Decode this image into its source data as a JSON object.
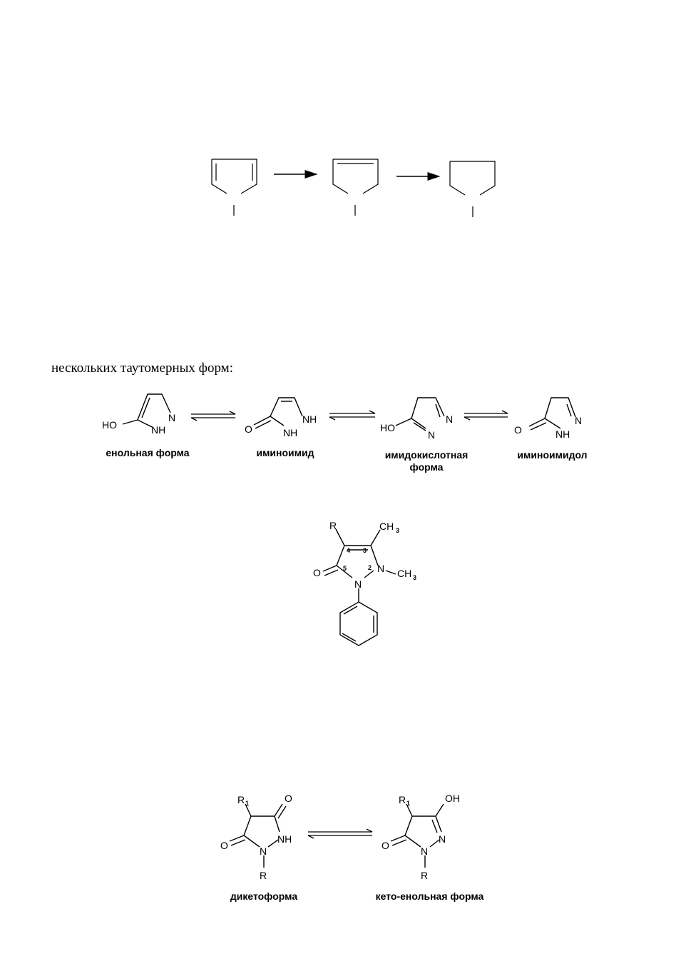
{
  "intro_text": "нескольких таутомерных форм:",
  "tautomers_row1": {
    "labels": [
      "енольная форма",
      "иминоимид",
      "имидокислотная форма",
      "иминоимидол"
    ],
    "atoms": {
      "ho": "HO",
      "o": "O",
      "n": "N",
      "nh": "NH"
    }
  },
  "antipyrine": {
    "atoms": {
      "r": "R",
      "ch3": "CH",
      "sub3": "3",
      "o": "O",
      "n": "N"
    },
    "ring_numbers": [
      "4",
      "3",
      "5",
      "2"
    ]
  },
  "pyrazolidinedione": {
    "labels": [
      "дикетоформа",
      "кето-енольная форма"
    ],
    "atoms": {
      "r1": "R",
      "sub1": "1",
      "o": "O",
      "oh": "OH",
      "nh": "NH",
      "n": "N",
      "r": "R"
    }
  }
}
